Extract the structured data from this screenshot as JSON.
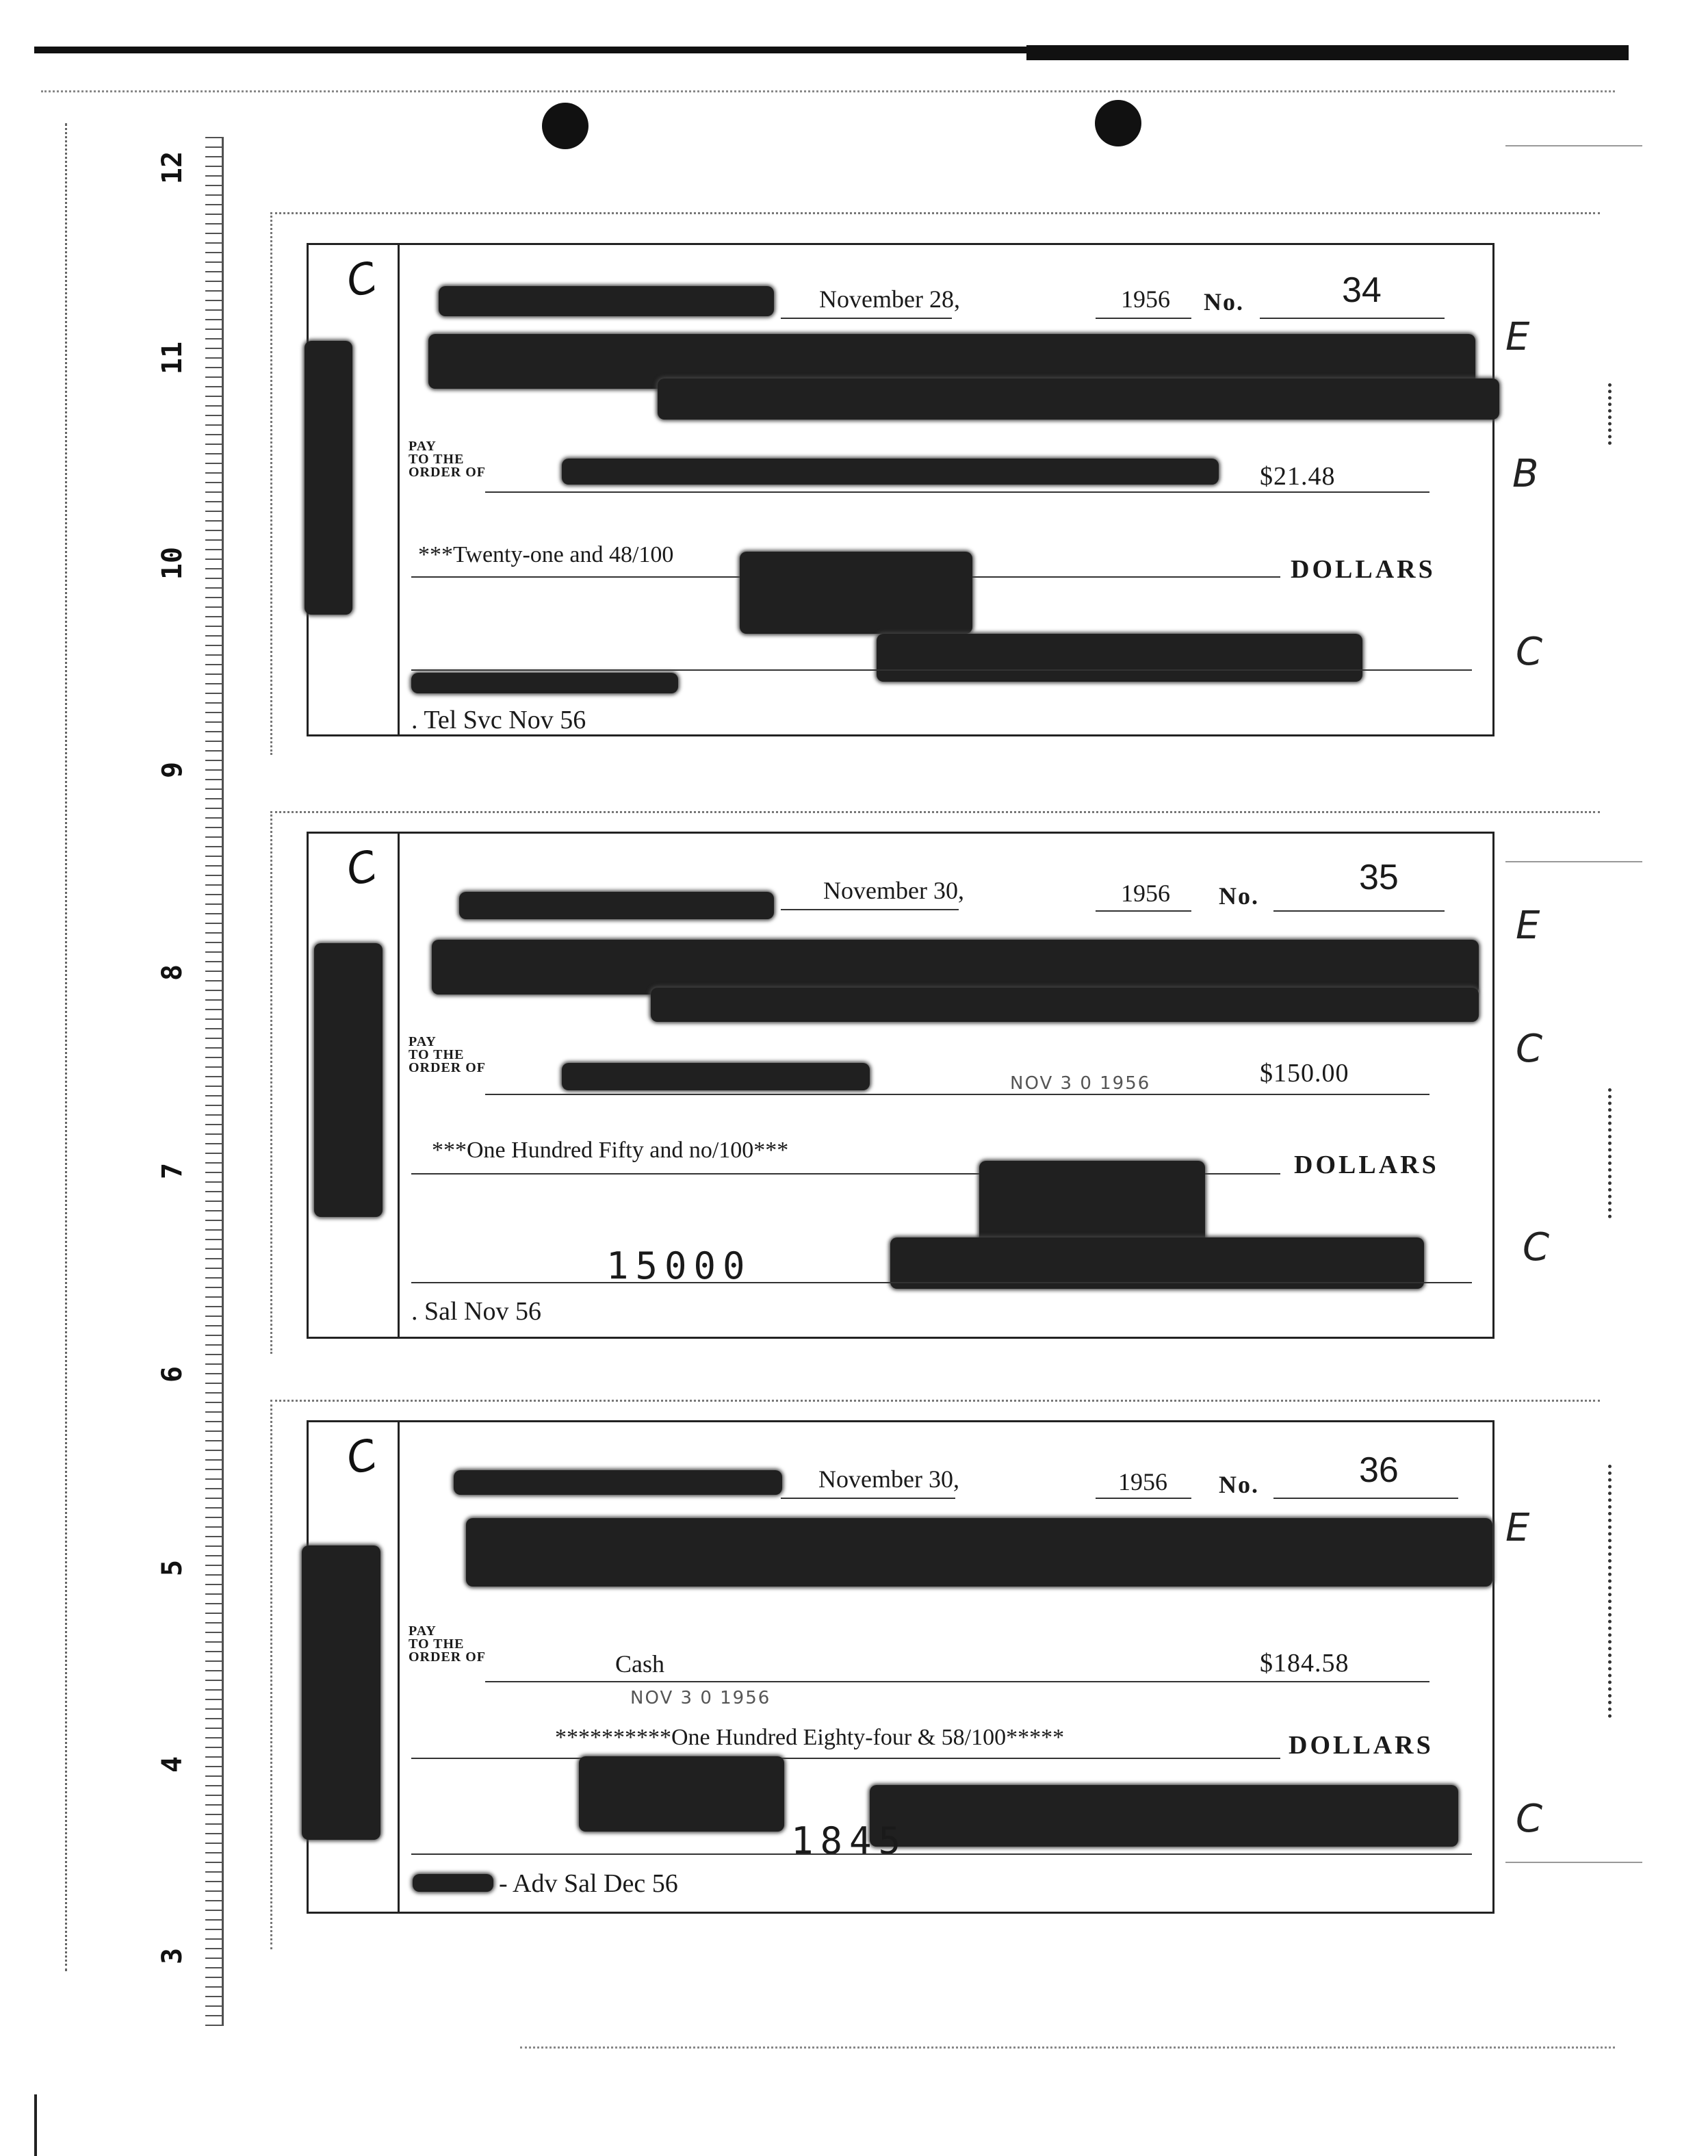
{
  "ruler": {
    "labels": [
      "12",
      "11",
      "10",
      "9",
      "8",
      "7",
      "6",
      "5",
      "4",
      "3"
    ]
  },
  "margin_marks": [
    "E",
    "B",
    "C",
    "E",
    "C",
    "C",
    "E",
    "C"
  ],
  "checks": [
    {
      "stub_mark": "C",
      "date": "November 28,",
      "year": "1956",
      "no_label": "No.",
      "number": "34",
      "pay_label": [
        "PAY",
        "TO THE",
        "ORDER OF"
      ],
      "payee": "",
      "amount": "$21.48",
      "amount_words": "***Twenty-one and 48/100",
      "dollars_label": "DOLLARS",
      "stamp": "",
      "encoded_amount": "",
      "memo": ". Tel Svc Nov 56"
    },
    {
      "stub_mark": "C",
      "date": "November 30,",
      "year": "1956",
      "no_label": "No.",
      "number": "35",
      "pay_label": [
        "PAY",
        "TO THE",
        "ORDER OF"
      ],
      "payee": "",
      "amount": "$150.00",
      "amount_words": "***One Hundred Fifty and no/100***",
      "dollars_label": "DOLLARS",
      "stamp": "NOV 3 0 1956",
      "encoded_amount": "15000",
      "memo": ". Sal Nov 56"
    },
    {
      "stub_mark": "C",
      "date": "November 30,",
      "year": "1956",
      "no_label": "No.",
      "number": "36",
      "pay_label": [
        "PAY",
        "TO THE",
        "ORDER OF"
      ],
      "payee": "Cash",
      "amount": "$184.58",
      "amount_words": "**********One Hundred Eighty-four & 58/100*****",
      "dollars_label": "DOLLARS",
      "stamp": "NOV 3 0 1956",
      "encoded_amount": "1845",
      "memo": "- Adv Sal Dec 56"
    }
  ]
}
